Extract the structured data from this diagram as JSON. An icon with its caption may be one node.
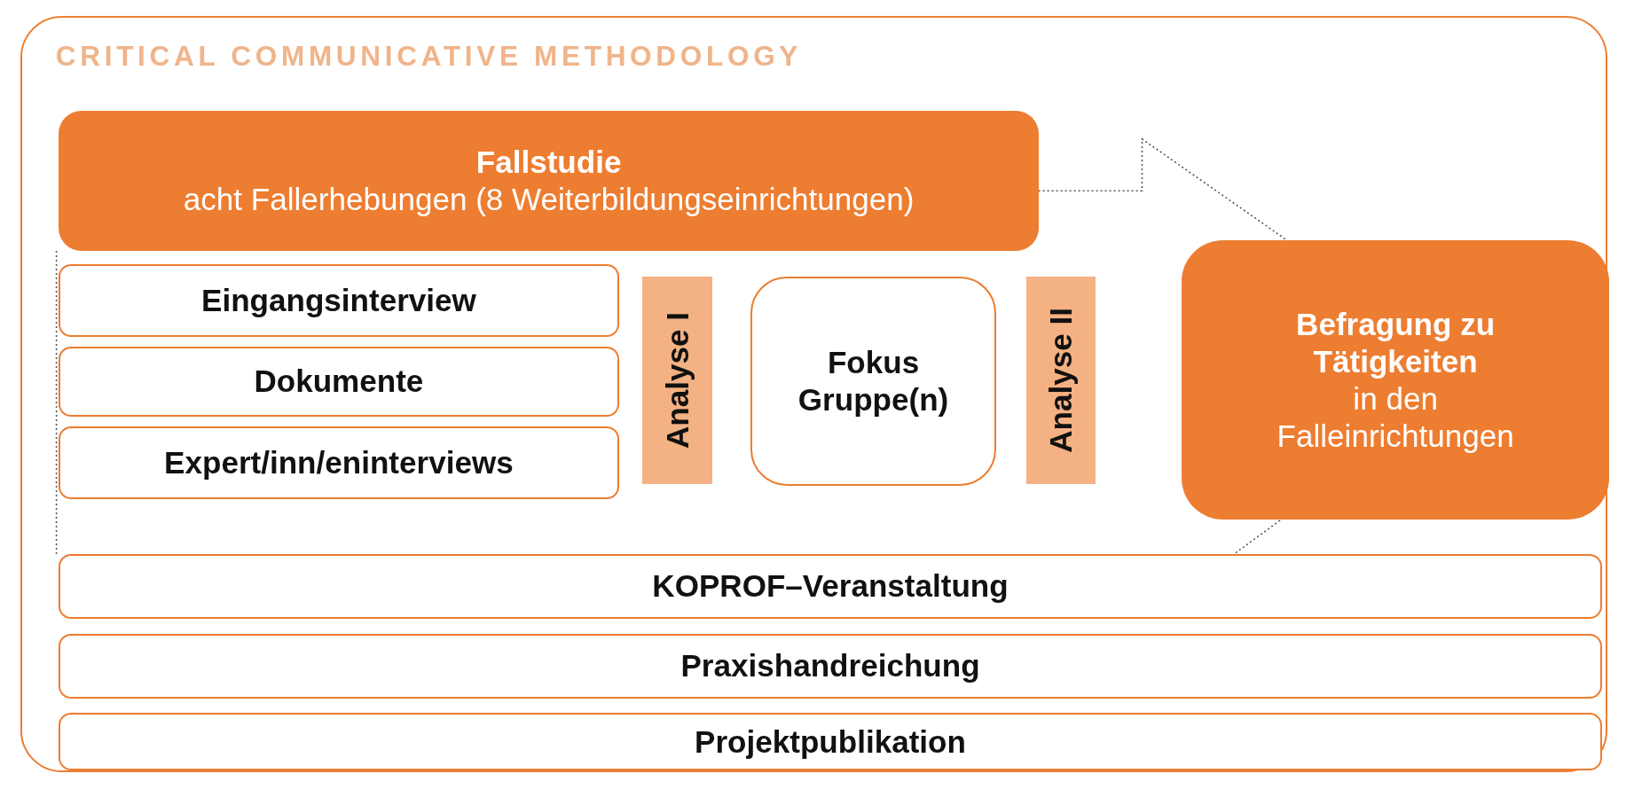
{
  "diagram": {
    "nodes": [
      {
        "text": [
          "CRITICAL COMMUNICATIVE METHODOLOGY"
        ]
      },
      {
        "text": [
          "Fallstudie",
          "acht Fallerhebungen (8 Weiterbildungseinrichtungen)"
        ],
        "in": 0
      },
      {
        "text": [
          "Eingangsinterview"
        ],
        "in": 0
      },
      {
        "text": [
          "Dokumente"
        ],
        "in": 0
      },
      {
        "text": [
          "Expert/inn/eninterviews"
        ],
        "in": 0
      },
      {
        "text": [
          "Analyse I"
        ],
        "in": 0
      },
      {
        "text": [
          "Fokus Gruppe(n)"
        ],
        "in": 0
      },
      {
        "text": [
          "Analyse II"
        ],
        "in": 0
      },
      {
        "text": [
          "Befragung zu Tätigkeiten",
          "in den Falleinrichtungen"
        ],
        "in": 0
      },
      {
        "text": [
          "KOPROF–Veranstaltung"
        ],
        "in": 0
      },
      {
        "text": [
          "Praxishandreichung"
        ],
        "in": 0
      },
      {
        "text": [
          "Projektpublikation"
        ],
        "in": 0
      }
    ],
    "edges": [
      {
        "from": 1,
        "to": 8,
        "arrow": "none",
        "style": "dashed"
      }
    ]
  }
}
